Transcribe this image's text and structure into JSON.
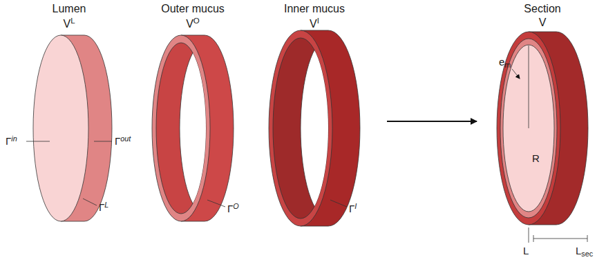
{
  "diagram": {
    "labels": [
      "Lumen",
      "VL",
      "Outer mucus",
      "VO",
      "Inner mucus",
      "VI",
      "Section",
      "V",
      "Γin",
      "Γout",
      "ΓL",
      "ΓO",
      "ΓI",
      "em",
      "R",
      "L",
      "Lsec"
    ]
  }
}
